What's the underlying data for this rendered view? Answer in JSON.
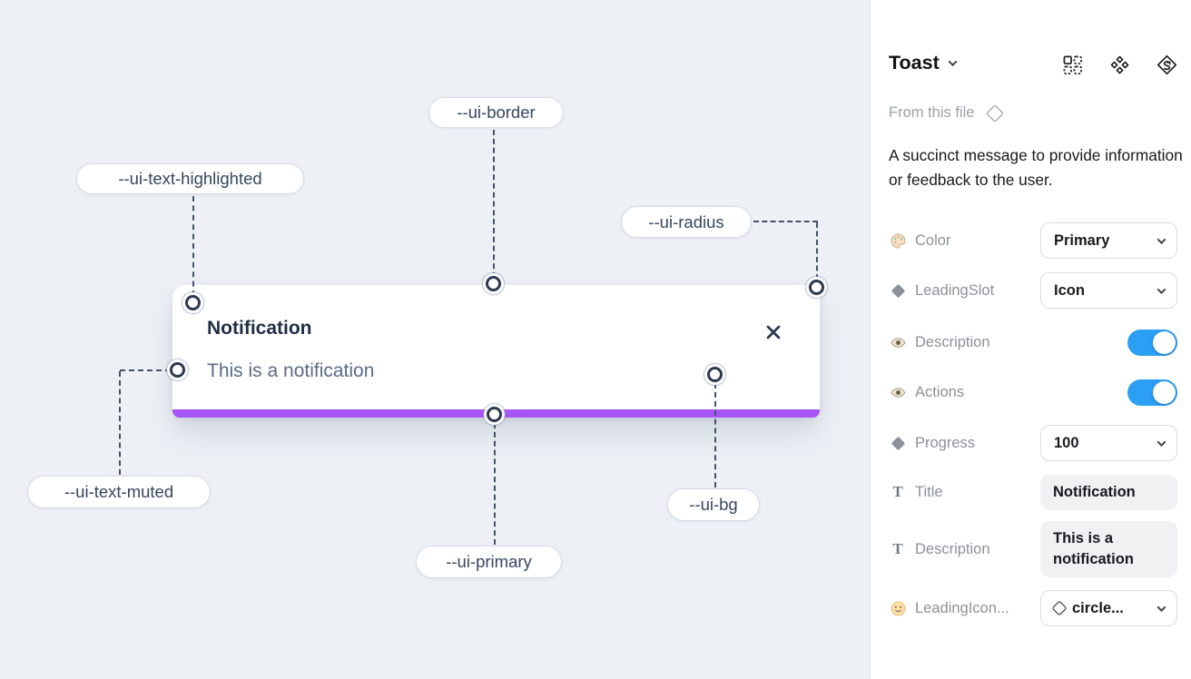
{
  "canvas": {
    "background_color": "#edf1f6",
    "toast": {
      "title": "Notification",
      "description": "This is a notification",
      "close_icon": "close-x-icon",
      "progress_color": "#a855f7"
    },
    "css_var_labels": [
      {
        "text": "--ui-border"
      },
      {
        "text": "--ui-text-highlighted"
      },
      {
        "text": "--ui-radius"
      },
      {
        "text": "--ui-text-muted"
      },
      {
        "text": "--ui-primary"
      },
      {
        "text": "--ui-bg"
      }
    ]
  },
  "panel": {
    "component_name": "Toast",
    "header_icons": [
      "variant-grid-icon",
      "component-icon",
      "swap-instance-icon"
    ],
    "source": "From this file",
    "description": "A succinct message to provide information or feedback to the user.",
    "text_icon_glyph": "T",
    "properties": [
      {
        "icon": "palette-icon",
        "label": "Color",
        "control": "dropdown",
        "value": "Primary"
      },
      {
        "icon": "diamond-icon",
        "label": "LeadingSlot",
        "control": "dropdown",
        "value": "Icon"
      },
      {
        "icon": "eye-icon",
        "label": "Description",
        "control": "toggle",
        "value": true
      },
      {
        "icon": "eye-icon",
        "label": "Actions",
        "control": "toggle",
        "value": true
      },
      {
        "icon": "diamond-icon",
        "label": "Progress",
        "control": "dropdown",
        "value": "100"
      },
      {
        "icon": "text-icon",
        "label": "Title",
        "control": "text",
        "value": "Notification"
      },
      {
        "icon": "text-icon",
        "label": "Description",
        "control": "text",
        "value": "This is a notification"
      },
      {
        "icon": "smiley-icon",
        "label": "LeadingIcon...",
        "control": "dropdown",
        "value": "circle..."
      }
    ],
    "colors": {
      "toggle_on": "#2b9ff4",
      "accent_purple": "#a855f7"
    }
  }
}
